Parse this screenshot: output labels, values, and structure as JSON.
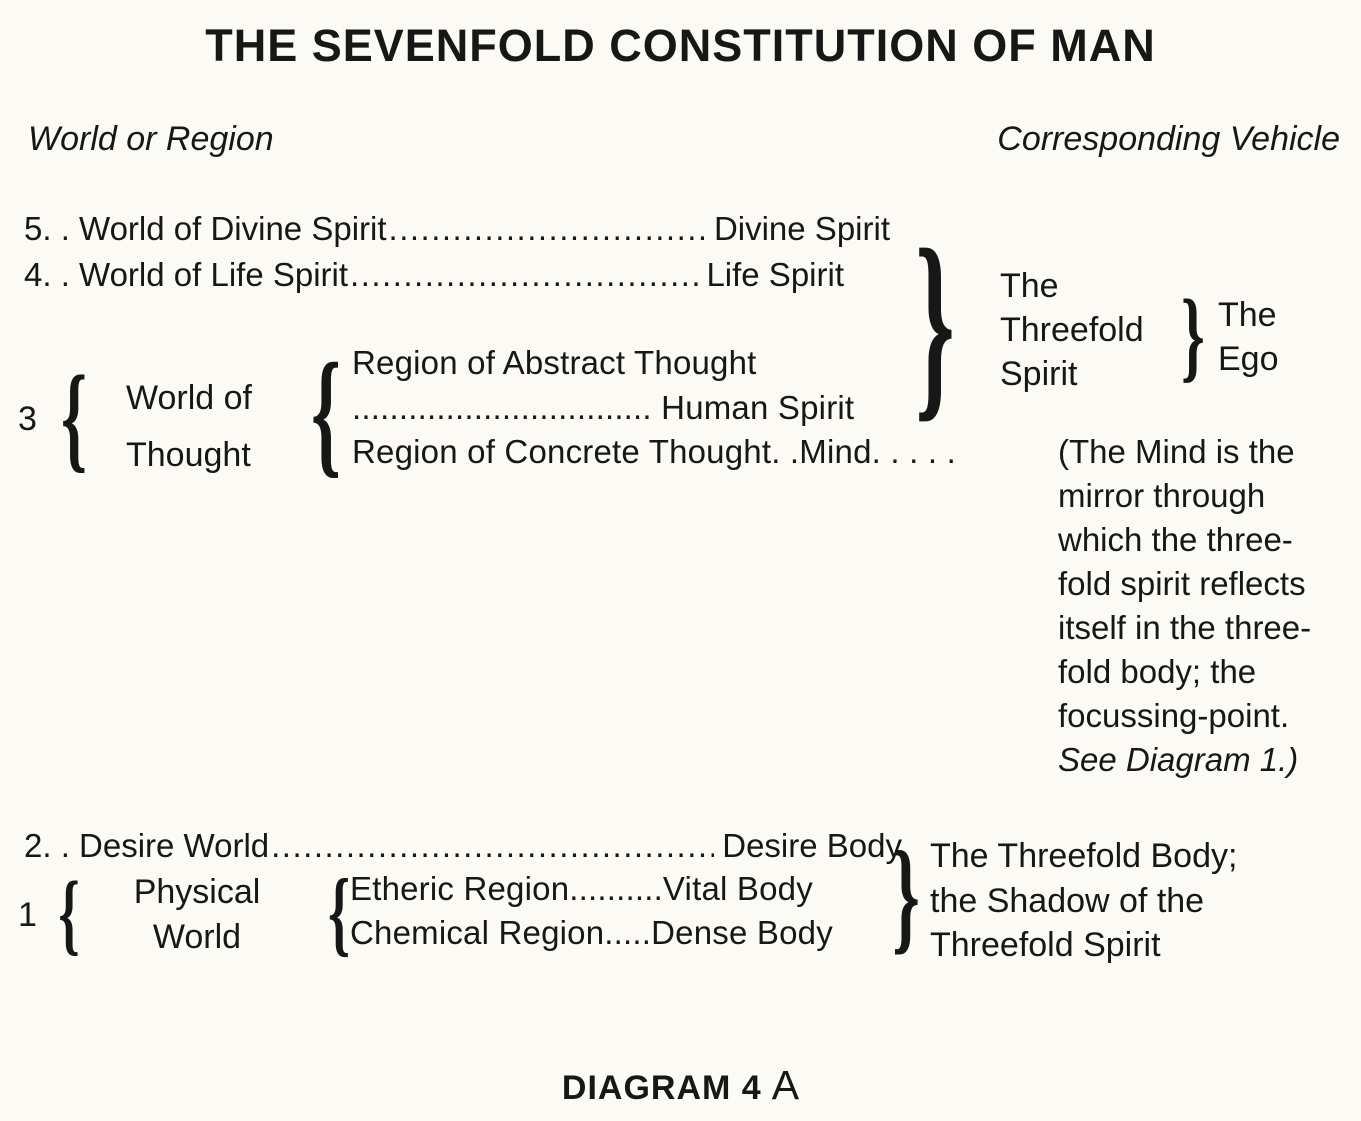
{
  "page": {
    "title": "THE SEVENFOLD CONSTITUTION OF MAN",
    "left_header": "World or Region",
    "right_header": "Corresponding Vehicle",
    "footer_label": "DIAGRAM 4",
    "footer_suffix": "A"
  },
  "rows": {
    "divine": {
      "label": "5. . World of Divine Spirit",
      "leader": "................................................................",
      "vehicle": "Divine Spirit"
    },
    "life": {
      "label": "4. . World of Life Spirit",
      "leader": "................................................................",
      "vehicle": "Life Spirit"
    },
    "desire": {
      "label": "2. . Desire World",
      "leader": "................................................................",
      "vehicle": "Desire Body"
    }
  },
  "thought_group": {
    "number": "3",
    "world_label": "World of\nThought",
    "abstract_line": "Region of Abstract Thought",
    "human_line": "................................ Human Spirit",
    "concrete_line": "Region of Concrete Thought. .Mind. . . . ."
  },
  "spirit_group": {
    "threefold_label": "The\nThreefold\nSpirit",
    "ego_label": "The\nEgo"
  },
  "mind_note": {
    "body": "(The Mind is the\nmirror through\nwhich the three-\nfold spirit reflects\nitself in the three-\nfold body; the\nfocussing-point.",
    "reference": "See Diagram 1.)"
  },
  "physical_group": {
    "number": "1",
    "world_label": "Physical\nWorld",
    "etheric_line": "Etheric Region..........Vital Body",
    "chemical_line": "Chemical Region.....Dense Body"
  },
  "body_group": {
    "label": "The Threefold Body;\nthe Shadow of the\nThreefold Spirit"
  },
  "icons": {
    "brace_left": "{",
    "brace_right": "}"
  },
  "colors": {
    "ink": "#171717",
    "paper": "#fbfaf5"
  }
}
